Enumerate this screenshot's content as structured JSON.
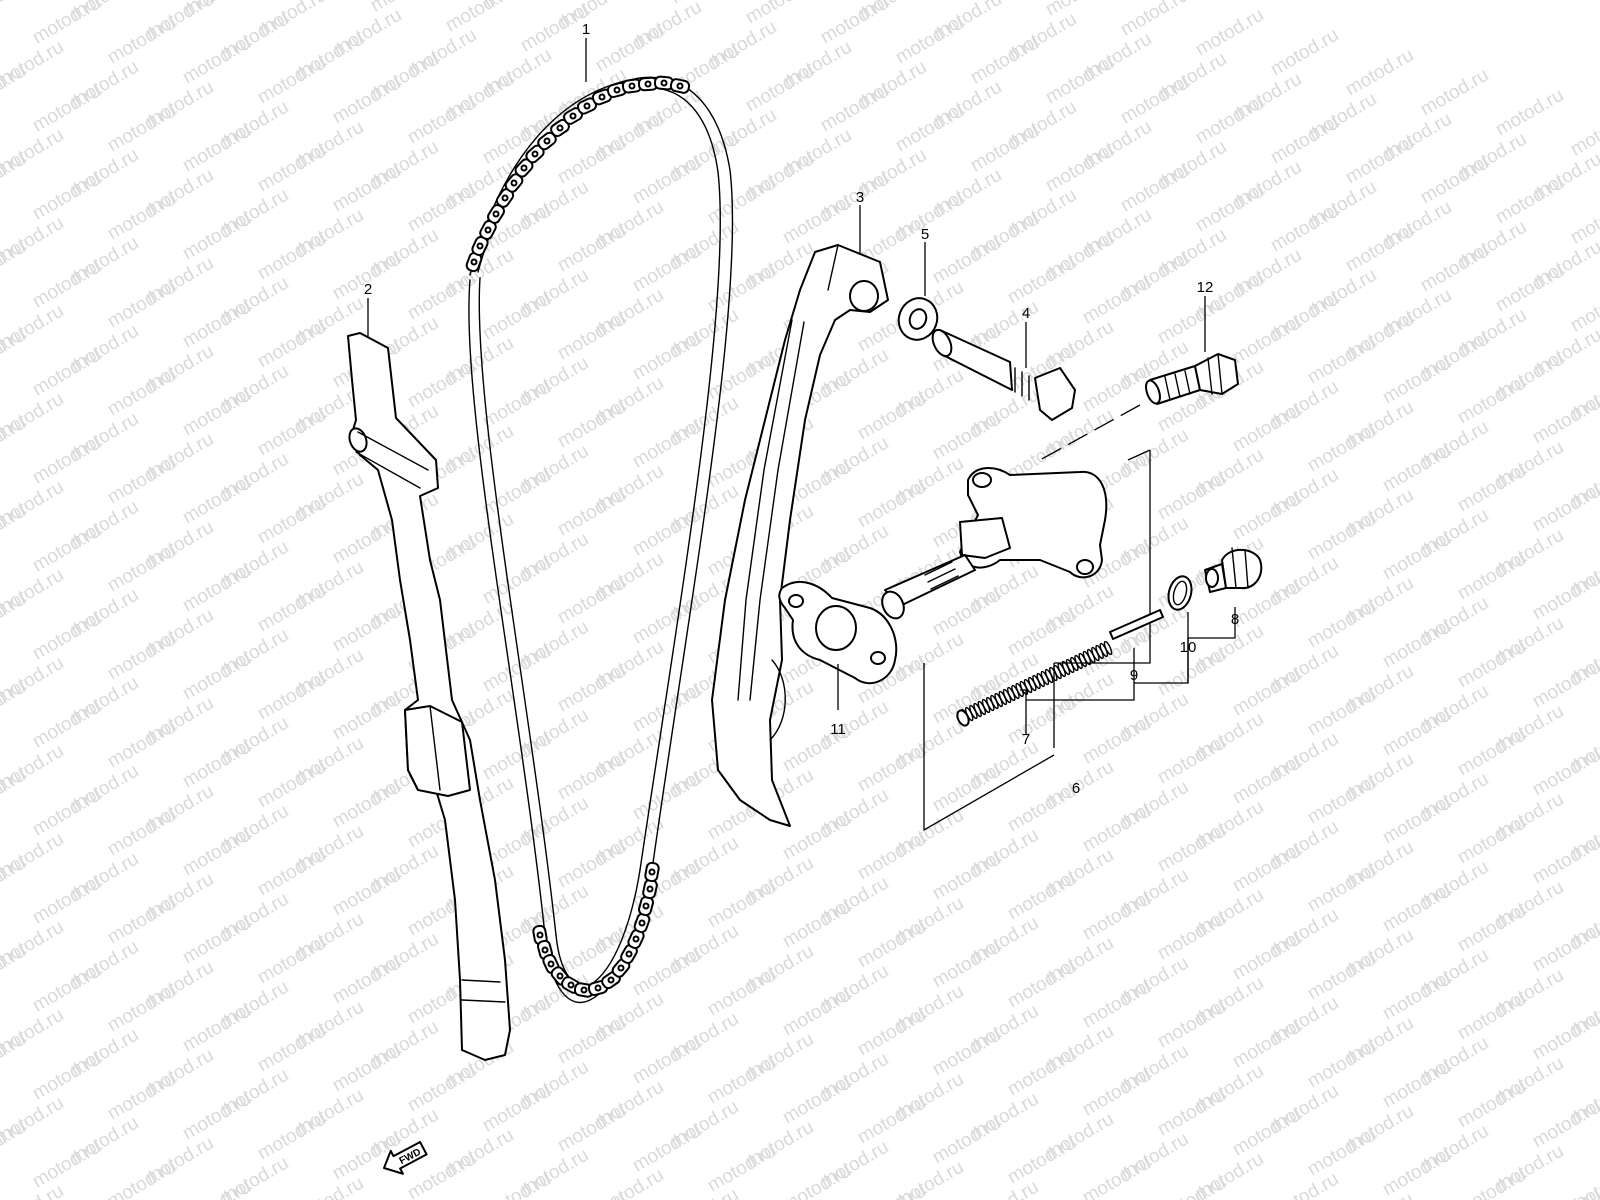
{
  "watermark": {
    "text": "motod.ru",
    "color": "#d9d9d9"
  },
  "callouts": {
    "part_1": "1",
    "part_2": "2",
    "part_3": "3",
    "part_4": "4",
    "part_5": "5",
    "part_6": "6",
    "part_7": "7",
    "part_8": "8",
    "part_9": "9",
    "part_10": "10",
    "part_11": "11",
    "part_12": "12"
  },
  "direction_indicator": {
    "label": "FWD",
    "icon": "arrow-left-down-icon"
  }
}
